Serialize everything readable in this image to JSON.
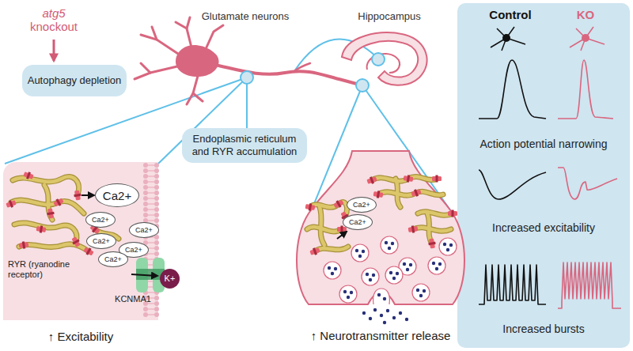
{
  "diagram": {
    "nodes": [
      {
        "text": [
          "Autophagy depletion"
        ]
      },
      {
        "text": [
          "↑ Excitability"
        ]
      },
      {
        "text": [
          "Ca2+"
        ],
        "in": 1
      },
      {
        "text": [
          "Ca2+"
        ],
        "in": 1
      },
      {
        "text": [
          "Ca2+"
        ],
        "in": 1
      },
      {
        "text": [
          "Ca2+"
        ],
        "in": 1
      },
      {
        "text": [
          "Ca2+"
        ],
        "in": 1
      },
      {
        "text": [
          "Ca2+"
        ],
        "in": 1
      },
      {
        "text": [
          "K+"
        ]
      },
      {
        "text": [
          "Endoplasmic reticulum and RYR accumulation"
        ]
      },
      {
        "text": [
          "↑ Neurotransmitter release"
        ]
      },
      {
        "text": [
          "Ca2+"
        ],
        "in": 10
      },
      {
        "text": [
          "Ca2+"
        ],
        "in": 10
      },
      {
        "text": [
          "Control",
          "KO",
          "Action potential narrowing",
          "Increased excitability",
          "Increased bursts"
        ]
      }
    ],
    "labels": [
      "atg5 knockout",
      "Glutamate neurons",
      "Hippocampus",
      "RYR (ryanodine receptor)",
      "KCNMA1"
    ]
  }
}
